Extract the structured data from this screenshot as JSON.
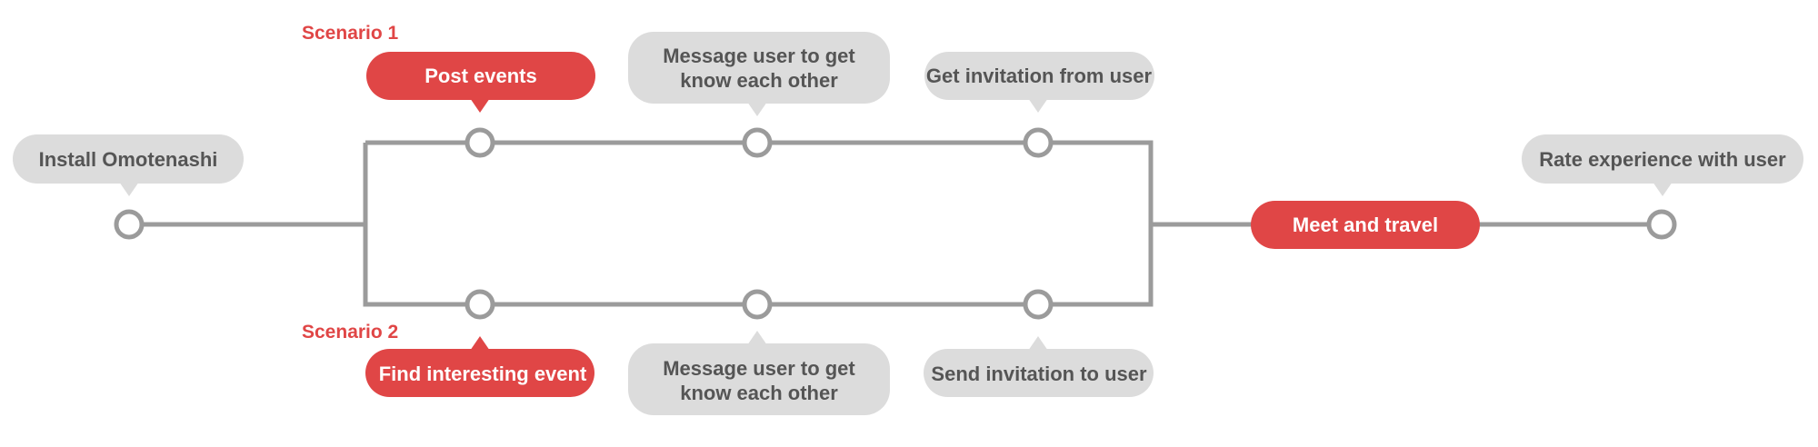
{
  "scenarios": {
    "top": "Scenario 1",
    "bottom": "Scenario 2"
  },
  "steps": {
    "install": "Install Omotenashi",
    "post_events": "Post events",
    "message_top_line1": "Message user to get",
    "message_top_line2": "know each other",
    "get_invitation": "Get invitation from user",
    "find_event": "Find interesting event",
    "message_bottom_line1": "Message user to get",
    "message_bottom_line2": "know each other",
    "send_invitation": "Send invitation to user",
    "meet_travel": "Meet and travel",
    "rate": "Rate experience with user"
  },
  "colors": {
    "accent": "#e04646",
    "bubble": "#dcdcdc",
    "line": "#9b9b9b",
    "text": "#555555"
  }
}
